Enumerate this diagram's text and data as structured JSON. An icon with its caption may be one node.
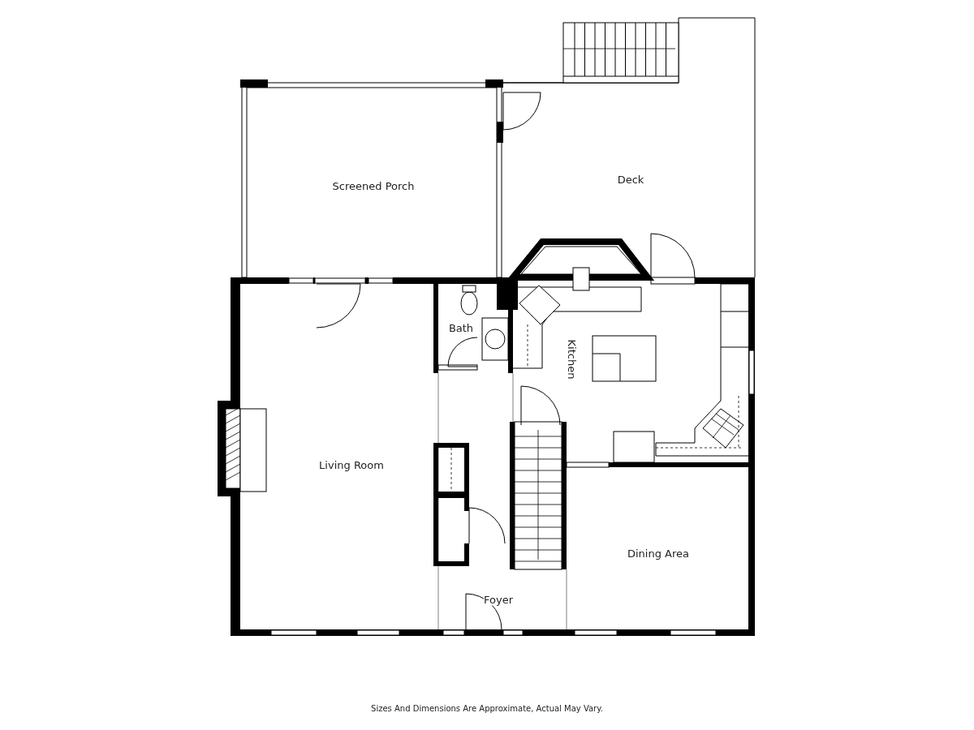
{
  "diagram": {
    "caption": "Sizes And Dimensions Are Approximate, Actual May Vary.",
    "nodes": [
      {
        "text": [
          "Screened Porch"
        ]
      },
      {
        "text": [
          "Deck"
        ]
      },
      {
        "text": [
          "Bath"
        ]
      },
      {
        "text": [
          "Kitchen"
        ]
      },
      {
        "text": [
          "Living Room"
        ]
      },
      {
        "text": [
          "Dining Area"
        ]
      },
      {
        "text": [
          "Foyer"
        ]
      }
    ],
    "edges": []
  }
}
